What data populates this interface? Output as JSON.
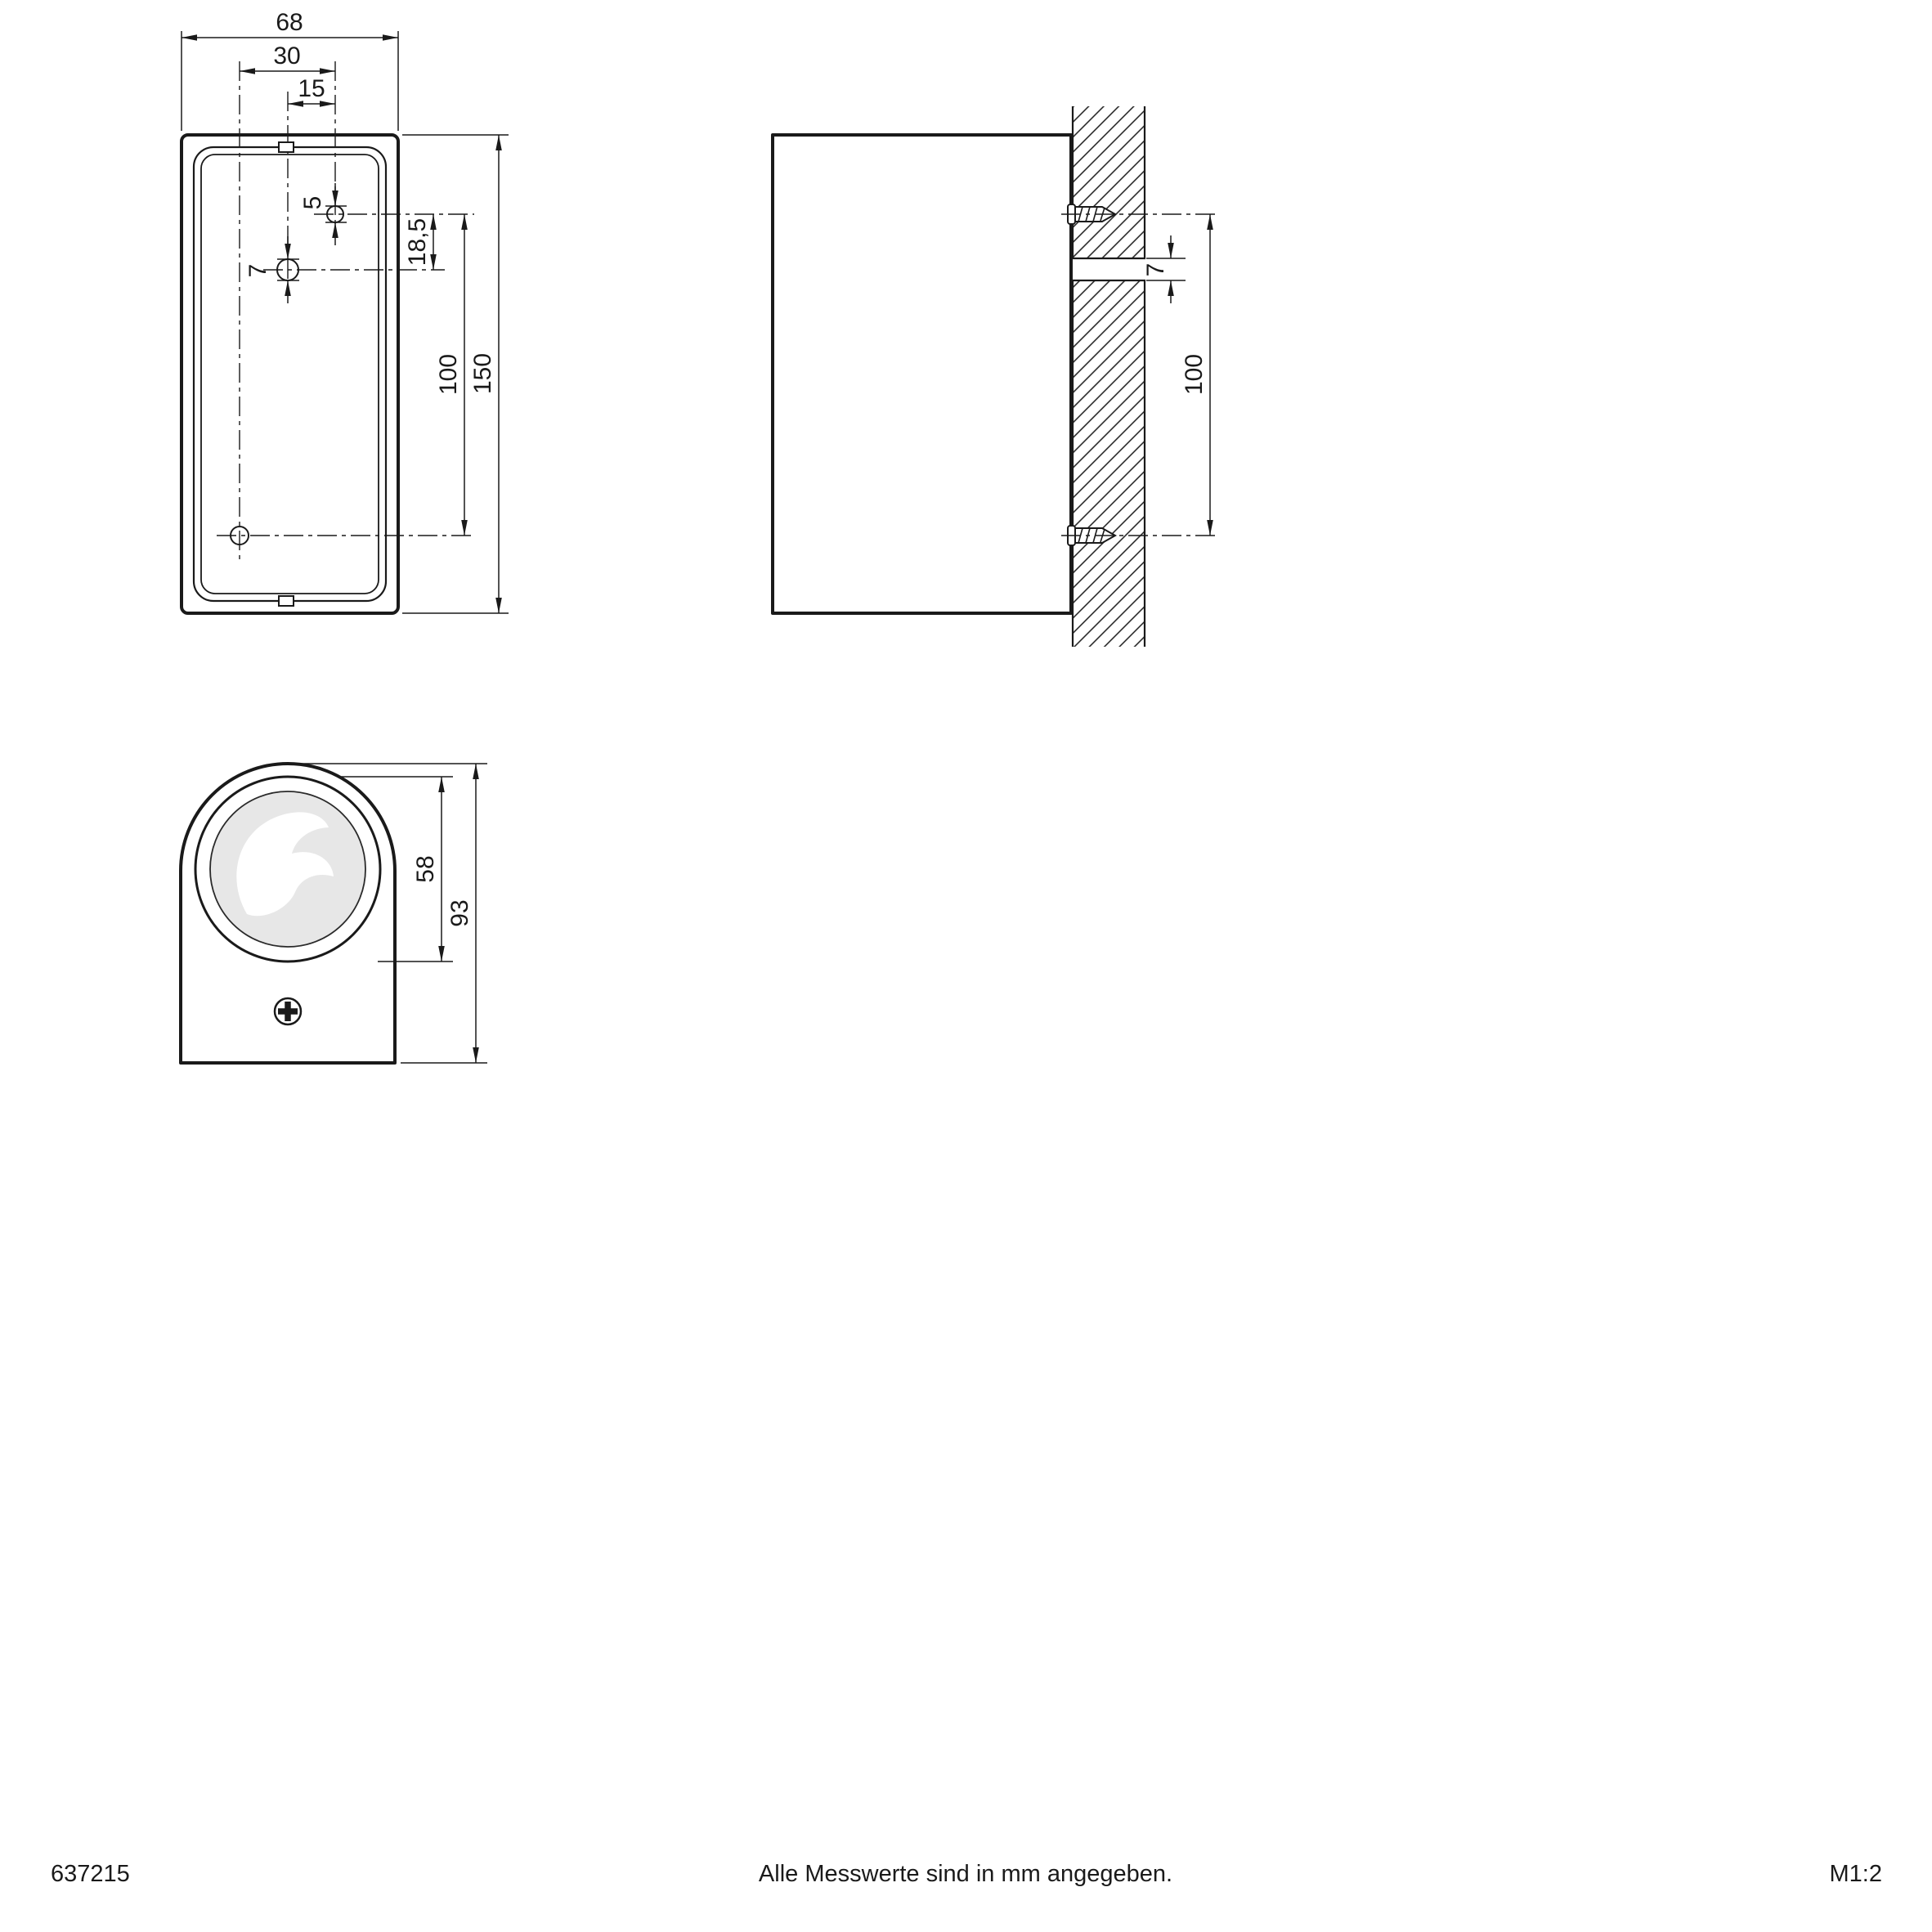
{
  "colors": {
    "background": "#ffffff",
    "line": "#1a1a1a",
    "lens_fill": "#e7e7e7"
  },
  "footer": {
    "article_number": "637215",
    "note": "Alle Messwerte sind in mm angegeben.",
    "scale": "M1:2"
  },
  "front_view": {
    "dim_width": "68",
    "dim_hole_offset_outer": "30",
    "dim_hole_offset_inner": "15",
    "dim_hole_dia_small": "5",
    "dim_hole_dia_large": "7",
    "dim_hole_gap": "18,5",
    "dim_hole_spacing": "100",
    "dim_height": "150"
  },
  "side_view": {
    "dim_slot": "7",
    "dim_screw_spacing": "100"
  },
  "bottom_view": {
    "dim_lens_dia": "58",
    "dim_depth": "93"
  }
}
